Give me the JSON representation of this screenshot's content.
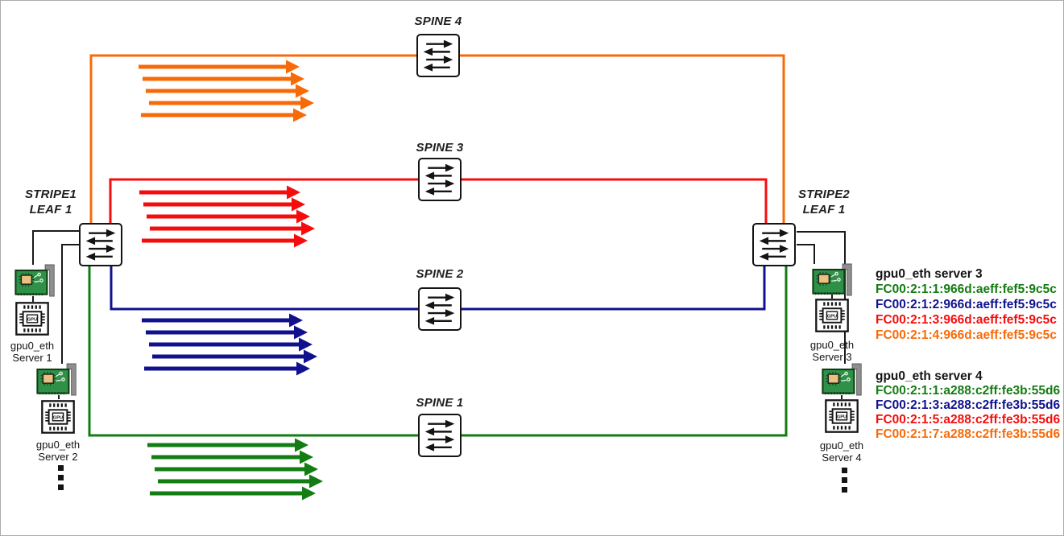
{
  "colors": {
    "orange": "#F86A08",
    "red": "#F50D0D",
    "blue": "#11118F",
    "green": "#137C13"
  },
  "spines": [
    {
      "label": "SPINE 4",
      "color": "orange"
    },
    {
      "label": "SPINE 3",
      "color": "red"
    },
    {
      "label": "SPINE 2",
      "color": "blue"
    },
    {
      "label": "SPINE 1",
      "color": "green"
    }
  ],
  "leaves": {
    "left": {
      "line1": "STRIPE1",
      "line2": "LEAF 1"
    },
    "right": {
      "line1": "STRIPE2",
      "line2": "LEAF 1"
    }
  },
  "servers": {
    "left": [
      {
        "label_line1": "gpu0_eth",
        "label_line2": "Server 1"
      },
      {
        "label_line1": "gpu0_eth",
        "label_line2": "Server 2"
      }
    ],
    "right": [
      {
        "label_line1": "gpu0_eth",
        "label_line2": "Server 3"
      },
      {
        "label_line1": "gpu0_eth",
        "label_line2": "Server 4"
      }
    ]
  },
  "address_blocks": [
    {
      "title": "gpu0_eth server 3",
      "addresses": [
        {
          "color": "green",
          "text": "FC00:2:1:1:966d:aeff:fef5:9c5c"
        },
        {
          "color": "blue",
          "text": "FC00:2:1:2:966d:aeff:fef5:9c5c"
        },
        {
          "color": "red",
          "text": "FC00:2:1:3:966d:aeff:fef5:9c5c"
        },
        {
          "color": "orange",
          "text": "FC00:2:1:4:966d:aeff:fef5:9c5c"
        }
      ]
    },
    {
      "title": "gpu0_eth server 4",
      "addresses": [
        {
          "color": "green",
          "text": "FC00:2:1:1:a288:c2ff:fe3b:55d6"
        },
        {
          "color": "blue",
          "text": "FC00:2:1:3:a288:c2ff:fe3b:55d6"
        },
        {
          "color": "red",
          "text": "FC00:2:1:5:a288:c2ff:fe3b:55d6"
        },
        {
          "color": "orange",
          "text": "FC00:2:1:7:a288:c2ff:fe3b:55d6"
        }
      ]
    }
  ],
  "flow_groups": [
    {
      "color": "orange",
      "count": 5
    },
    {
      "color": "red",
      "count": 5
    },
    {
      "color": "blue",
      "count": 5
    },
    {
      "color": "green",
      "count": 5
    }
  ]
}
